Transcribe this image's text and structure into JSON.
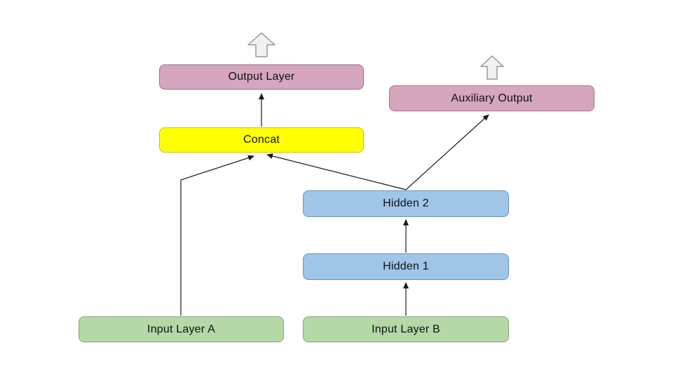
{
  "diagram": {
    "title": "",
    "background_color": "#ffffff",
    "edge_color": "#1a1a1a",
    "block_arrow_fill": "#f1f1f1",
    "block_arrow_border": "#999999",
    "nodes": {
      "output_layer": {
        "label": "Output Layer",
        "fill": "#d5a6bd",
        "role": "output"
      },
      "auxiliary_output": {
        "label": "Auxiliary Output",
        "fill": "#d5a6bd",
        "role": "output"
      },
      "concat": {
        "label": "Concat",
        "fill": "#ffff00",
        "role": "operation"
      },
      "hidden_2": {
        "label": "Hidden 2",
        "fill": "#9fc5e8",
        "role": "hidden"
      },
      "hidden_1": {
        "label": "Hidden 1",
        "fill": "#9fc5e8",
        "role": "hidden"
      },
      "input_layer_a": {
        "label": "Input Layer A",
        "fill": "#b6d7a8",
        "role": "input"
      },
      "input_layer_b": {
        "label": "Input Layer B",
        "fill": "#b6d7a8",
        "role": "input"
      }
    },
    "edges": [
      {
        "from": "input_layer_b",
        "to": "hidden_1"
      },
      {
        "from": "hidden_1",
        "to": "hidden_2"
      },
      {
        "from": "hidden_2",
        "to": "concat"
      },
      {
        "from": "hidden_2",
        "to": "auxiliary_output"
      },
      {
        "from": "input_layer_a",
        "to": "concat"
      },
      {
        "from": "concat",
        "to": "output_layer"
      }
    ],
    "output_arrows": [
      {
        "above": "output_layer"
      },
      {
        "above": "auxiliary_output"
      }
    ]
  }
}
